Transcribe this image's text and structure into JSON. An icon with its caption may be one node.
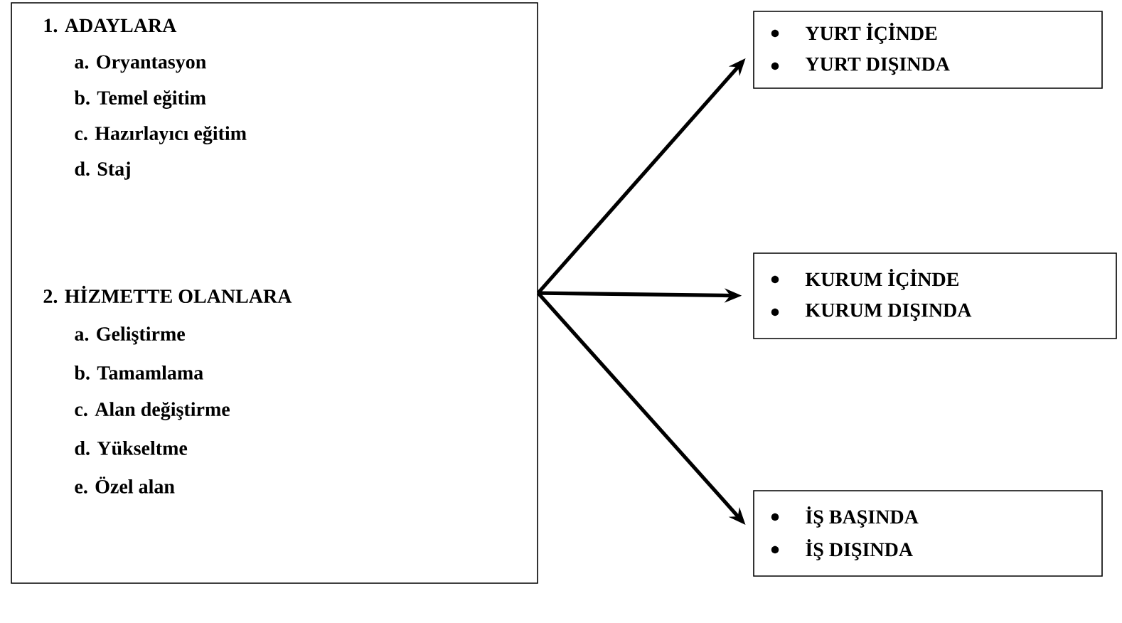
{
  "diagram": {
    "nodes": [
      {
        "text": [
          "1. ADAYLARA",
          "a. Oryantasyon",
          "b. Temel eğitim",
          "c. Hazırlayıcı eğitim",
          "d. Staj",
          "2. HİZMETTE OLANLARA",
          "a. Geliştirme",
          "b. Tamamlama",
          "c. Alan değiştirme",
          "d. Yükseltme",
          "e. Özel alan"
        ]
      },
      {
        "text": [
          "YURT İÇİNDE",
          "YURT DIŞINDA"
        ]
      },
      {
        "text": [
          "KURUM İÇİNDE",
          "KURUM DIŞINDA"
        ]
      },
      {
        "text": [
          "İŞ BAŞINDA",
          "İŞ DIŞINDA"
        ]
      }
    ],
    "edges": [
      {
        "from": 0,
        "to": 1,
        "arrow": "to"
      },
      {
        "from": 0,
        "to": 2,
        "arrow": "to"
      },
      {
        "from": 0,
        "to": 3,
        "arrow": "to"
      }
    ]
  }
}
